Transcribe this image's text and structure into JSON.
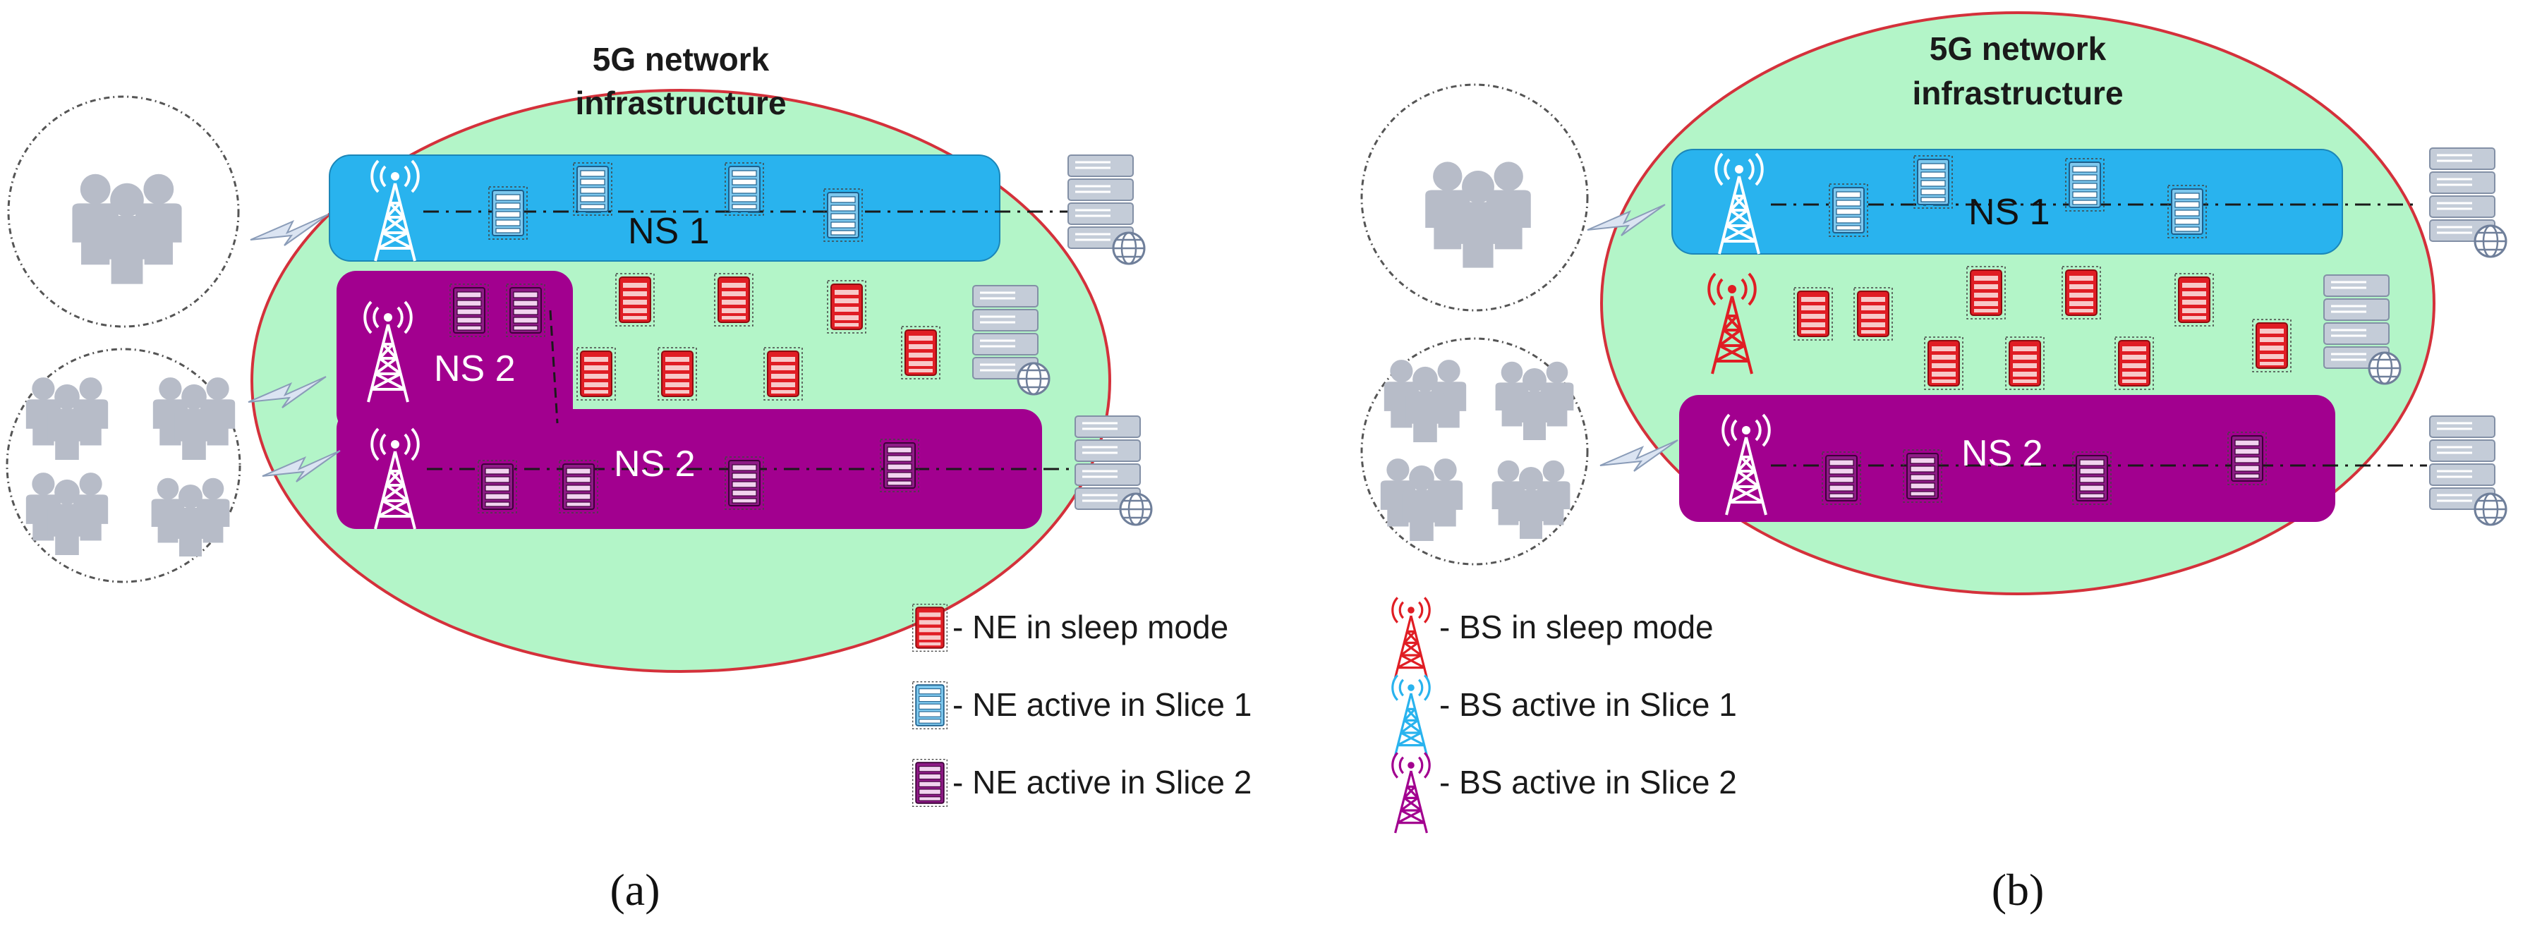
{
  "panels": [
    {
      "id": "a",
      "title_line1": "5G network",
      "title_line2": "infrastructure",
      "caption": "(a)",
      "slice1_label": "NS 1",
      "slice2_upper_label": "NS 2",
      "slice2_lower_label": "NS 2"
    },
    {
      "id": "b",
      "title_line1": "5G network",
      "title_line2": "infrastructure",
      "caption": "(b)",
      "slice1_label": "NS 1",
      "slice2_label": "NS 2"
    }
  ],
  "legend": {
    "ne_sleep": "- NE in sleep mode",
    "ne_slice1": "- NE active in Slice 1",
    "ne_slice2": "- NE active in Slice 2",
    "bs_sleep": "- BS in sleep mode",
    "bs_slice1": "- BS active in Slice 1",
    "bs_slice2": "- BS active in Slice 2"
  },
  "colors": {
    "infrastructure_fill": "#b3f5c8",
    "infrastructure_stroke": "#d4313b",
    "slice1": "#29b3ee",
    "slice2": "#a2008f",
    "sleep": "#e01d24",
    "server": "#a9b4c6",
    "user": "#b7bcc8"
  },
  "icons": [
    "base-station-icon",
    "network-element-icon",
    "server-icon",
    "globe-icon",
    "user-group-icon",
    "wireless-link-icon"
  ]
}
